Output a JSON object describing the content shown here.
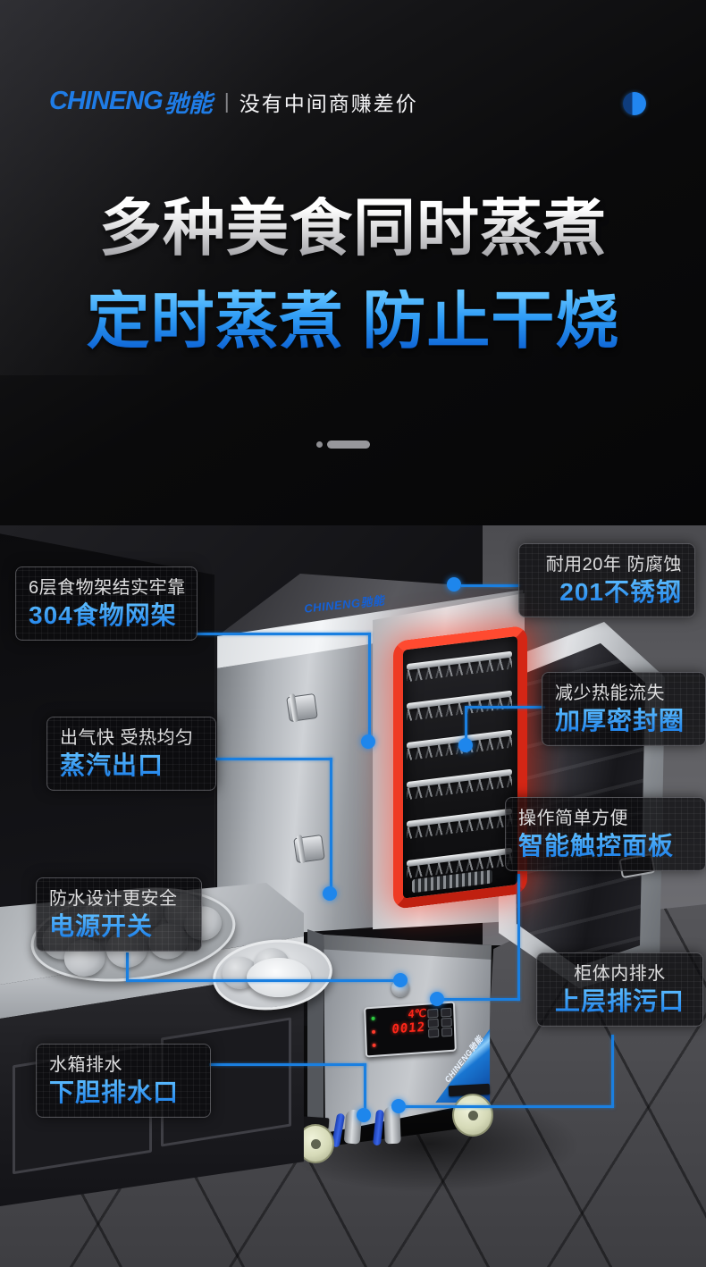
{
  "header": {
    "brand": "CHINENG",
    "brand_cn": "驰能",
    "divider": "|",
    "tagline": "没有中间商赚差价"
  },
  "hero": {
    "title": "多种美食同时蒸煮",
    "subtitle": "定时蒸煮 防止干烧"
  },
  "product": {
    "top_logo": "CHINENG驰能",
    "ribbon_text": "CHINENG驰能",
    "panel": {
      "temp": "4℃",
      "time": "0012"
    }
  },
  "callouts": {
    "rack": {
      "line1": "6层食物架结实牢靠",
      "line2": "304食物网架"
    },
    "steel": {
      "line1": "耐用20年 防腐蚀",
      "line2": "201不锈钢"
    },
    "steam": {
      "line1": "出气快 受热均匀",
      "line2": "蒸汽出口"
    },
    "seal": {
      "line1": "减少热能流失",
      "line2": "加厚密封圈"
    },
    "switch": {
      "line1": "防水设计更安全",
      "line2": "电源开关"
    },
    "panel": {
      "line1": "操作简单方便",
      "line2": "智能触控面板"
    },
    "tank": {
      "line1": "水箱排水",
      "line2": "下胆排水口"
    },
    "drain": {
      "line1": "柜体内排水",
      "line2": "上层排污口"
    }
  },
  "colors": {
    "accent_blue": "#1e86ec",
    "headline_blue": "#2e9bf5",
    "seal_red": "#e8331f",
    "led_red": "#ff2619"
  }
}
